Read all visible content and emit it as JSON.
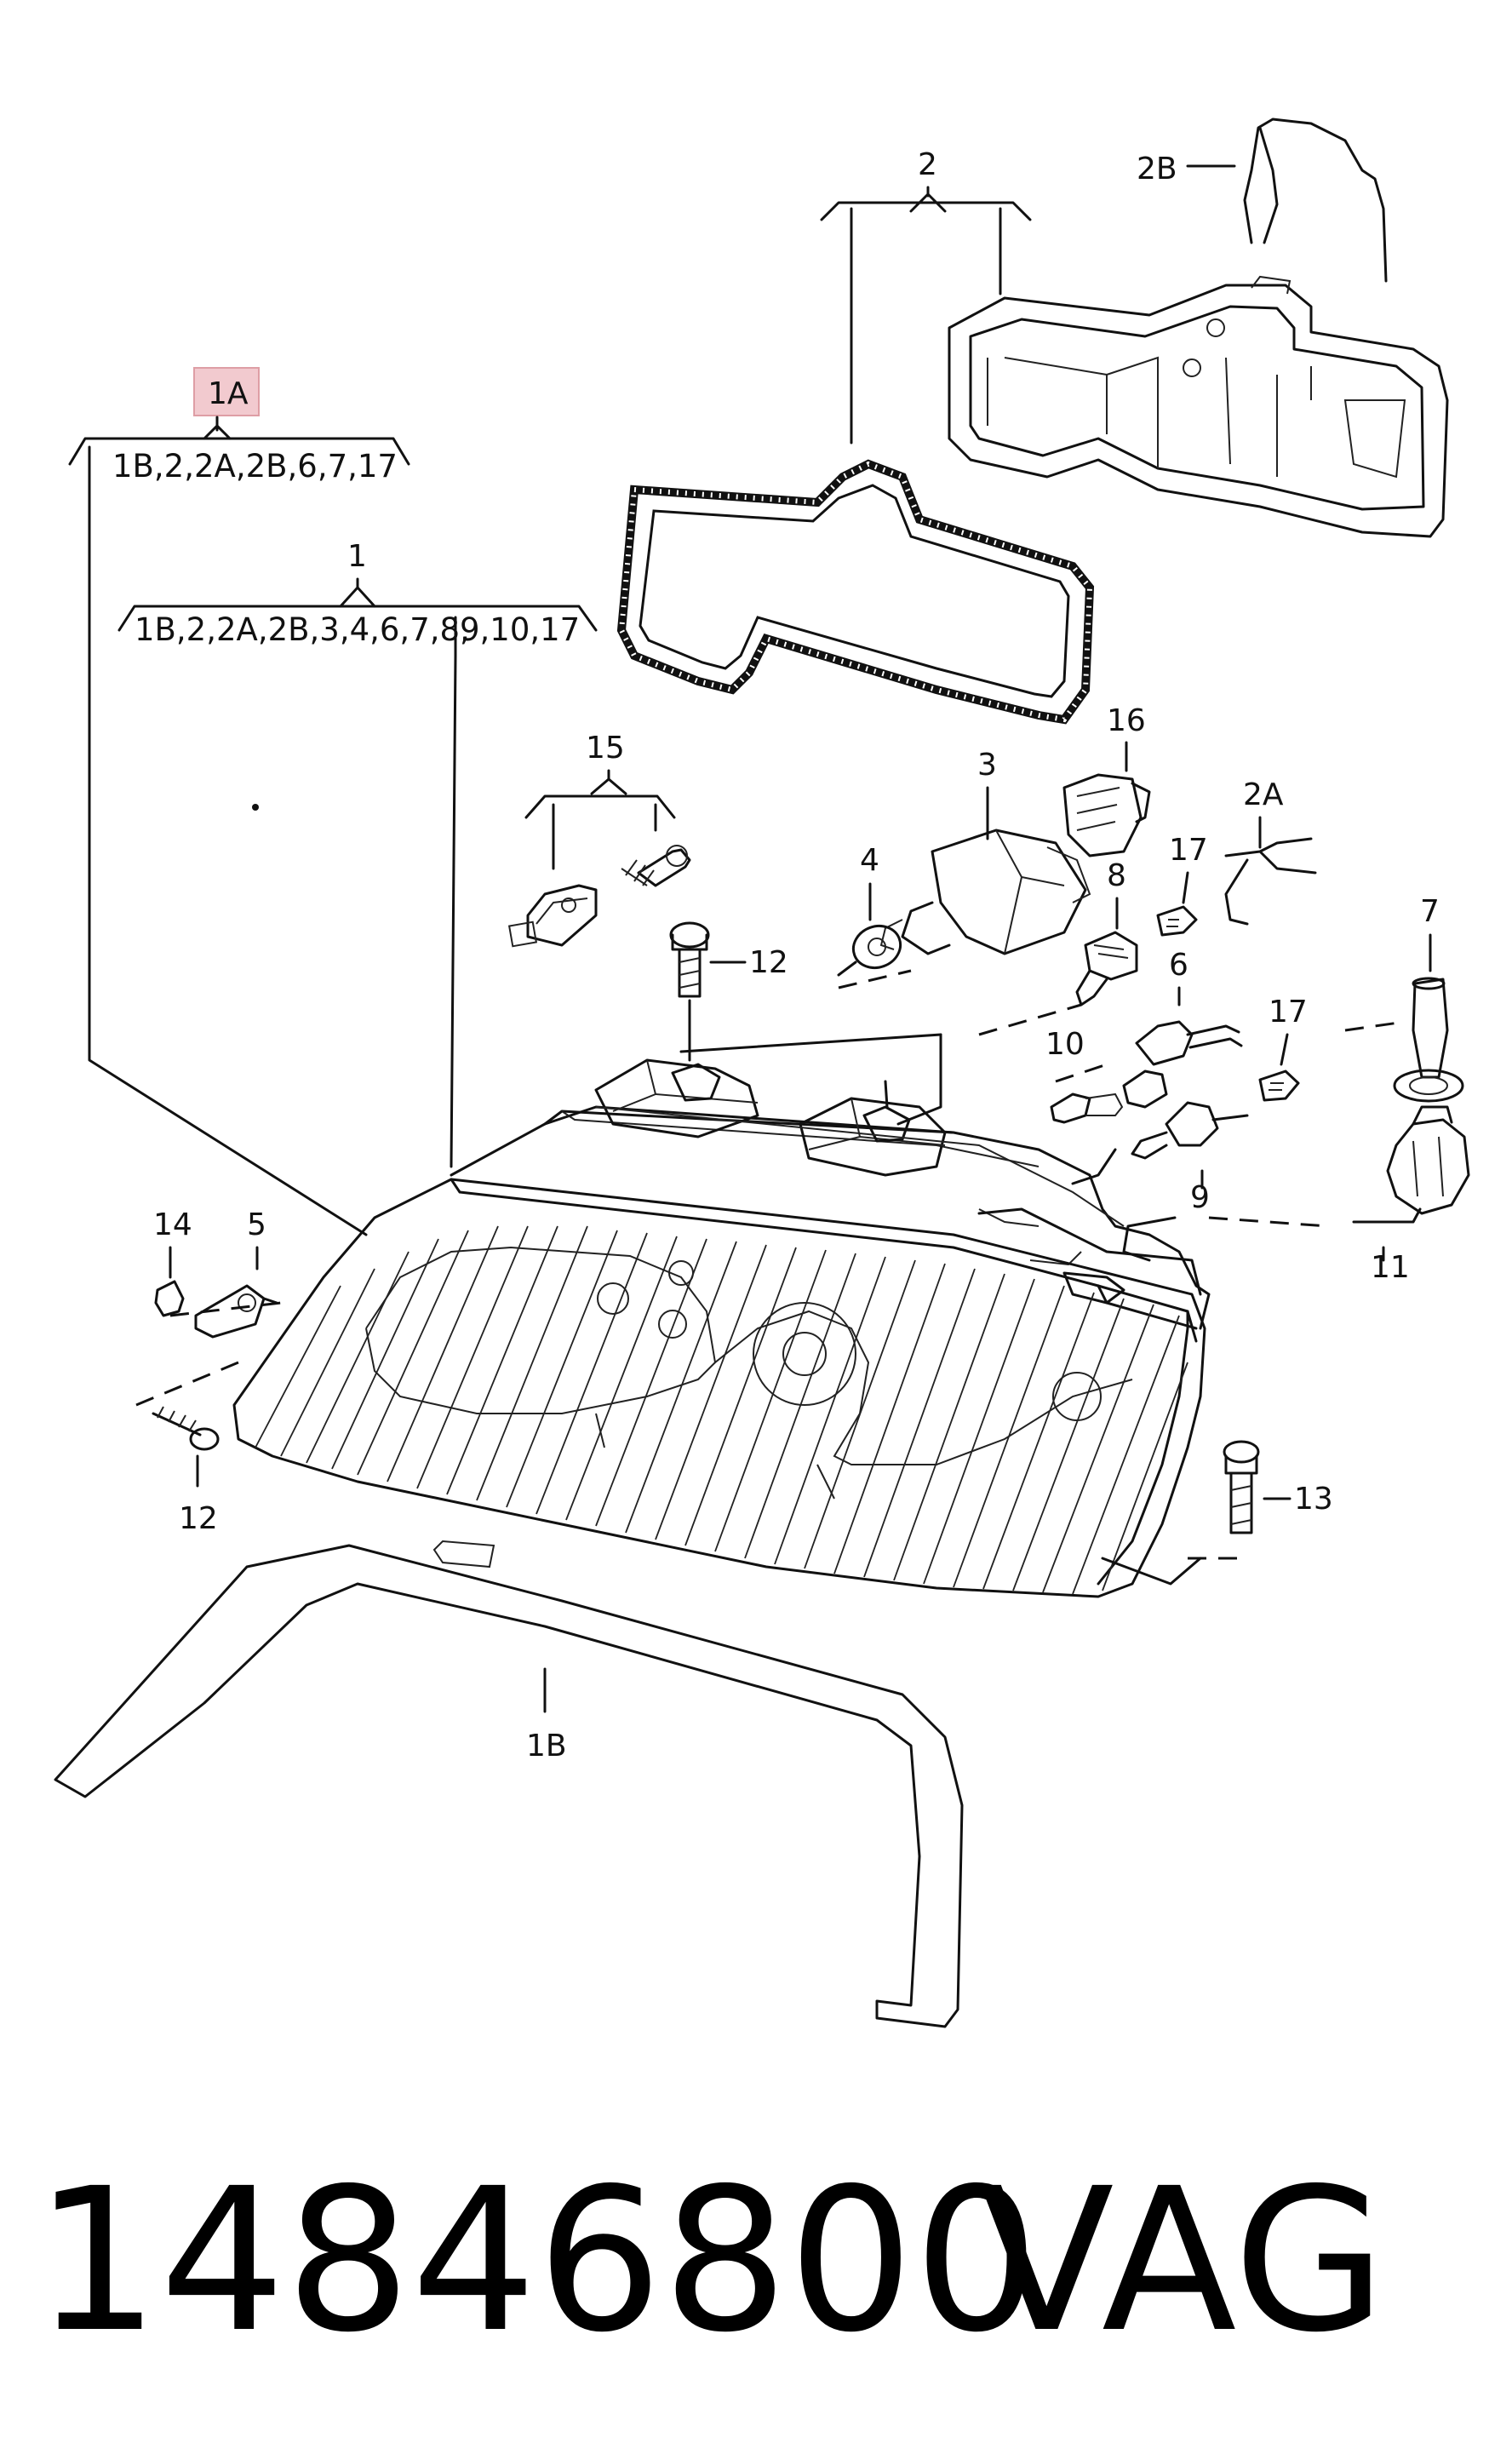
{
  "diagram": {
    "highlight_color": "#e8a0a8",
    "callouts": {
      "c1A": "1A",
      "c1": "1",
      "c2": "2",
      "c2B": "2B",
      "c2A": "2A",
      "c3": "3",
      "c4": "4",
      "c5": "5",
      "c6": "6",
      "c7": "7",
      "c8": "8",
      "c9": "9",
      "c10": "10",
      "c11": "11",
      "c12a": "12",
      "c12b": "12",
      "c13": "13",
      "c14": "14",
      "c15": "15",
      "c16": "16",
      "c17a": "17",
      "c17b": "17",
      "c1B": "1B"
    },
    "group_lists": {
      "g1A": "1B,2,2A,2B,6,7,17",
      "g1_part1": "1B,2,2A,2B,3,4,6,7,8,",
      "g1_part2": "9,10,17"
    }
  },
  "footer": {
    "part_number": "14846800",
    "brand": "VAG"
  }
}
